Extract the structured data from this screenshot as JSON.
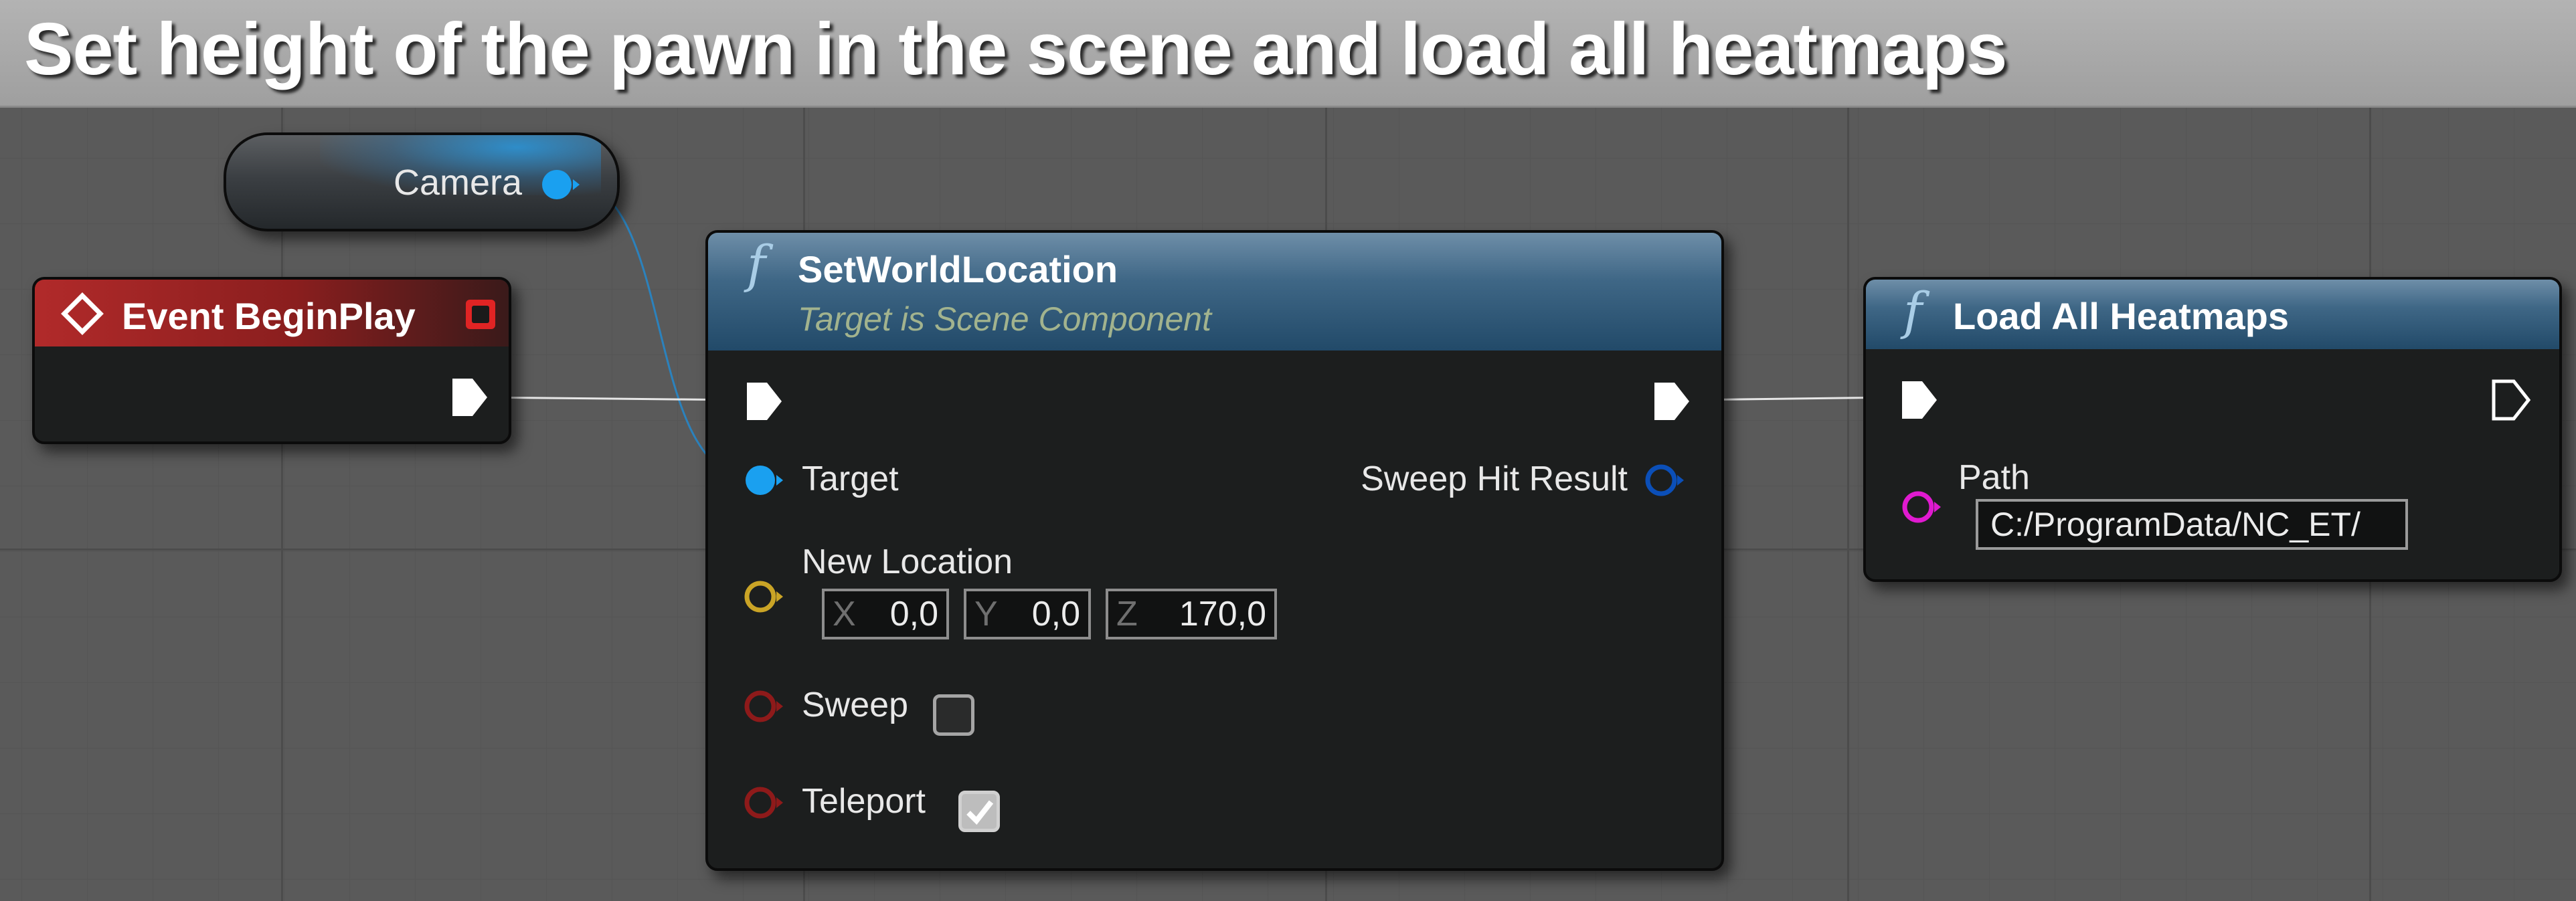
{
  "comment": {
    "title": "Set height of the pawn in the scene and load all heatmaps"
  },
  "camera_node": {
    "label": "Camera"
  },
  "begin_play_node": {
    "title": "Event BeginPlay",
    "icon": "event-diamond-icon"
  },
  "set_world_location_node": {
    "title": "SetWorldLocation",
    "subtitle": "Target is Scene Component",
    "function_icon": "f",
    "pins": {
      "target": "Target",
      "sweep_hit_result": "Sweep Hit Result",
      "new_location": "New Location",
      "sweep": "Sweep",
      "teleport": "Teleport"
    },
    "new_location": {
      "x_axis": "X",
      "x_value": "0,0",
      "y_axis": "Y",
      "y_value": "0,0",
      "z_axis": "Z",
      "z_value": "170,0"
    },
    "sweep_checked": false,
    "teleport_checked": true
  },
  "load_heatmaps_node": {
    "title": "Load All Heatmaps",
    "function_icon": "f",
    "path_label": "Path",
    "path_value": "C:/ProgramData/NC_ET/"
  },
  "colors": {
    "object_pin": "#1aa0f0",
    "struct_pin": "#caa426",
    "bool_pin": "#8e1a1a",
    "string_pin": "#e01ad0",
    "exec_pin": "#ffffff",
    "event_header": "#a82626",
    "function_header": "#3f6786"
  }
}
